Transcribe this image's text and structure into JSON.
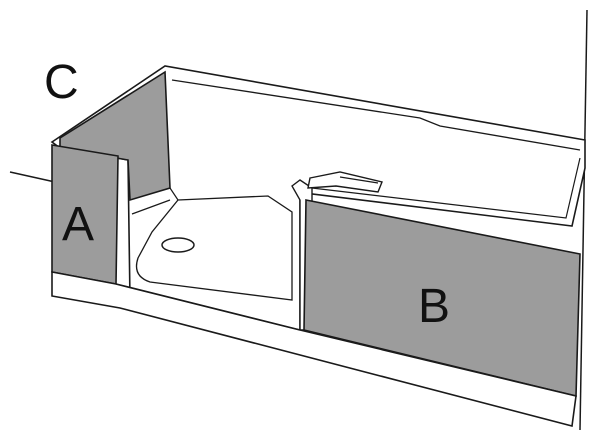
{
  "labels": {
    "a": "A",
    "b": "B",
    "c": "C"
  },
  "colors": {
    "panel_fill": "#9c9c9c",
    "line": "#1a1a1a",
    "background": "#ffffff"
  }
}
